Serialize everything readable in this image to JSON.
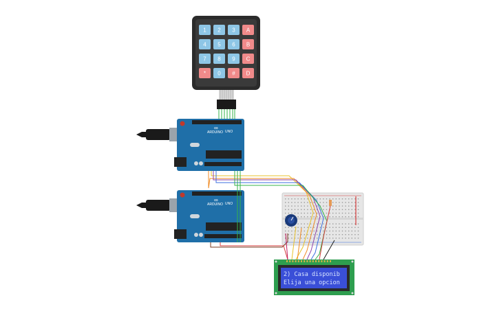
{
  "keypad": {
    "rows": [
      [
        "1",
        "2",
        "3",
        "A"
      ],
      [
        "4",
        "5",
        "6",
        "B"
      ],
      [
        "7",
        "8",
        "9",
        "C"
      ],
      [
        "*",
        "0",
        "#",
        "D"
      ]
    ],
    "num_color": "#8ec6e6",
    "letter_color": "#f08a8a"
  },
  "arduino_top": {
    "brand": "ARDUINO",
    "model": "UNO"
  },
  "arduino_bottom": {
    "brand": "ARDUINO",
    "model": "UNO"
  },
  "lcd": {
    "line1": "2) Casa disponib",
    "line2": "Elija una opcion",
    "bg_color": "#3a4fd8",
    "board_color": "#2e9e4f"
  },
  "colors": {
    "board": "#1f6fa8",
    "breadboard": "#e6e6e6",
    "wire_green": "#36b34a",
    "wire_yellow": "#e8c22a",
    "wire_orange": "#f08b24",
    "wire_red": "#d43c3c",
    "wire_purple": "#8e44ad",
    "wire_blue": "#3b6fe0",
    "wire_brown": "#7a3b1f"
  }
}
